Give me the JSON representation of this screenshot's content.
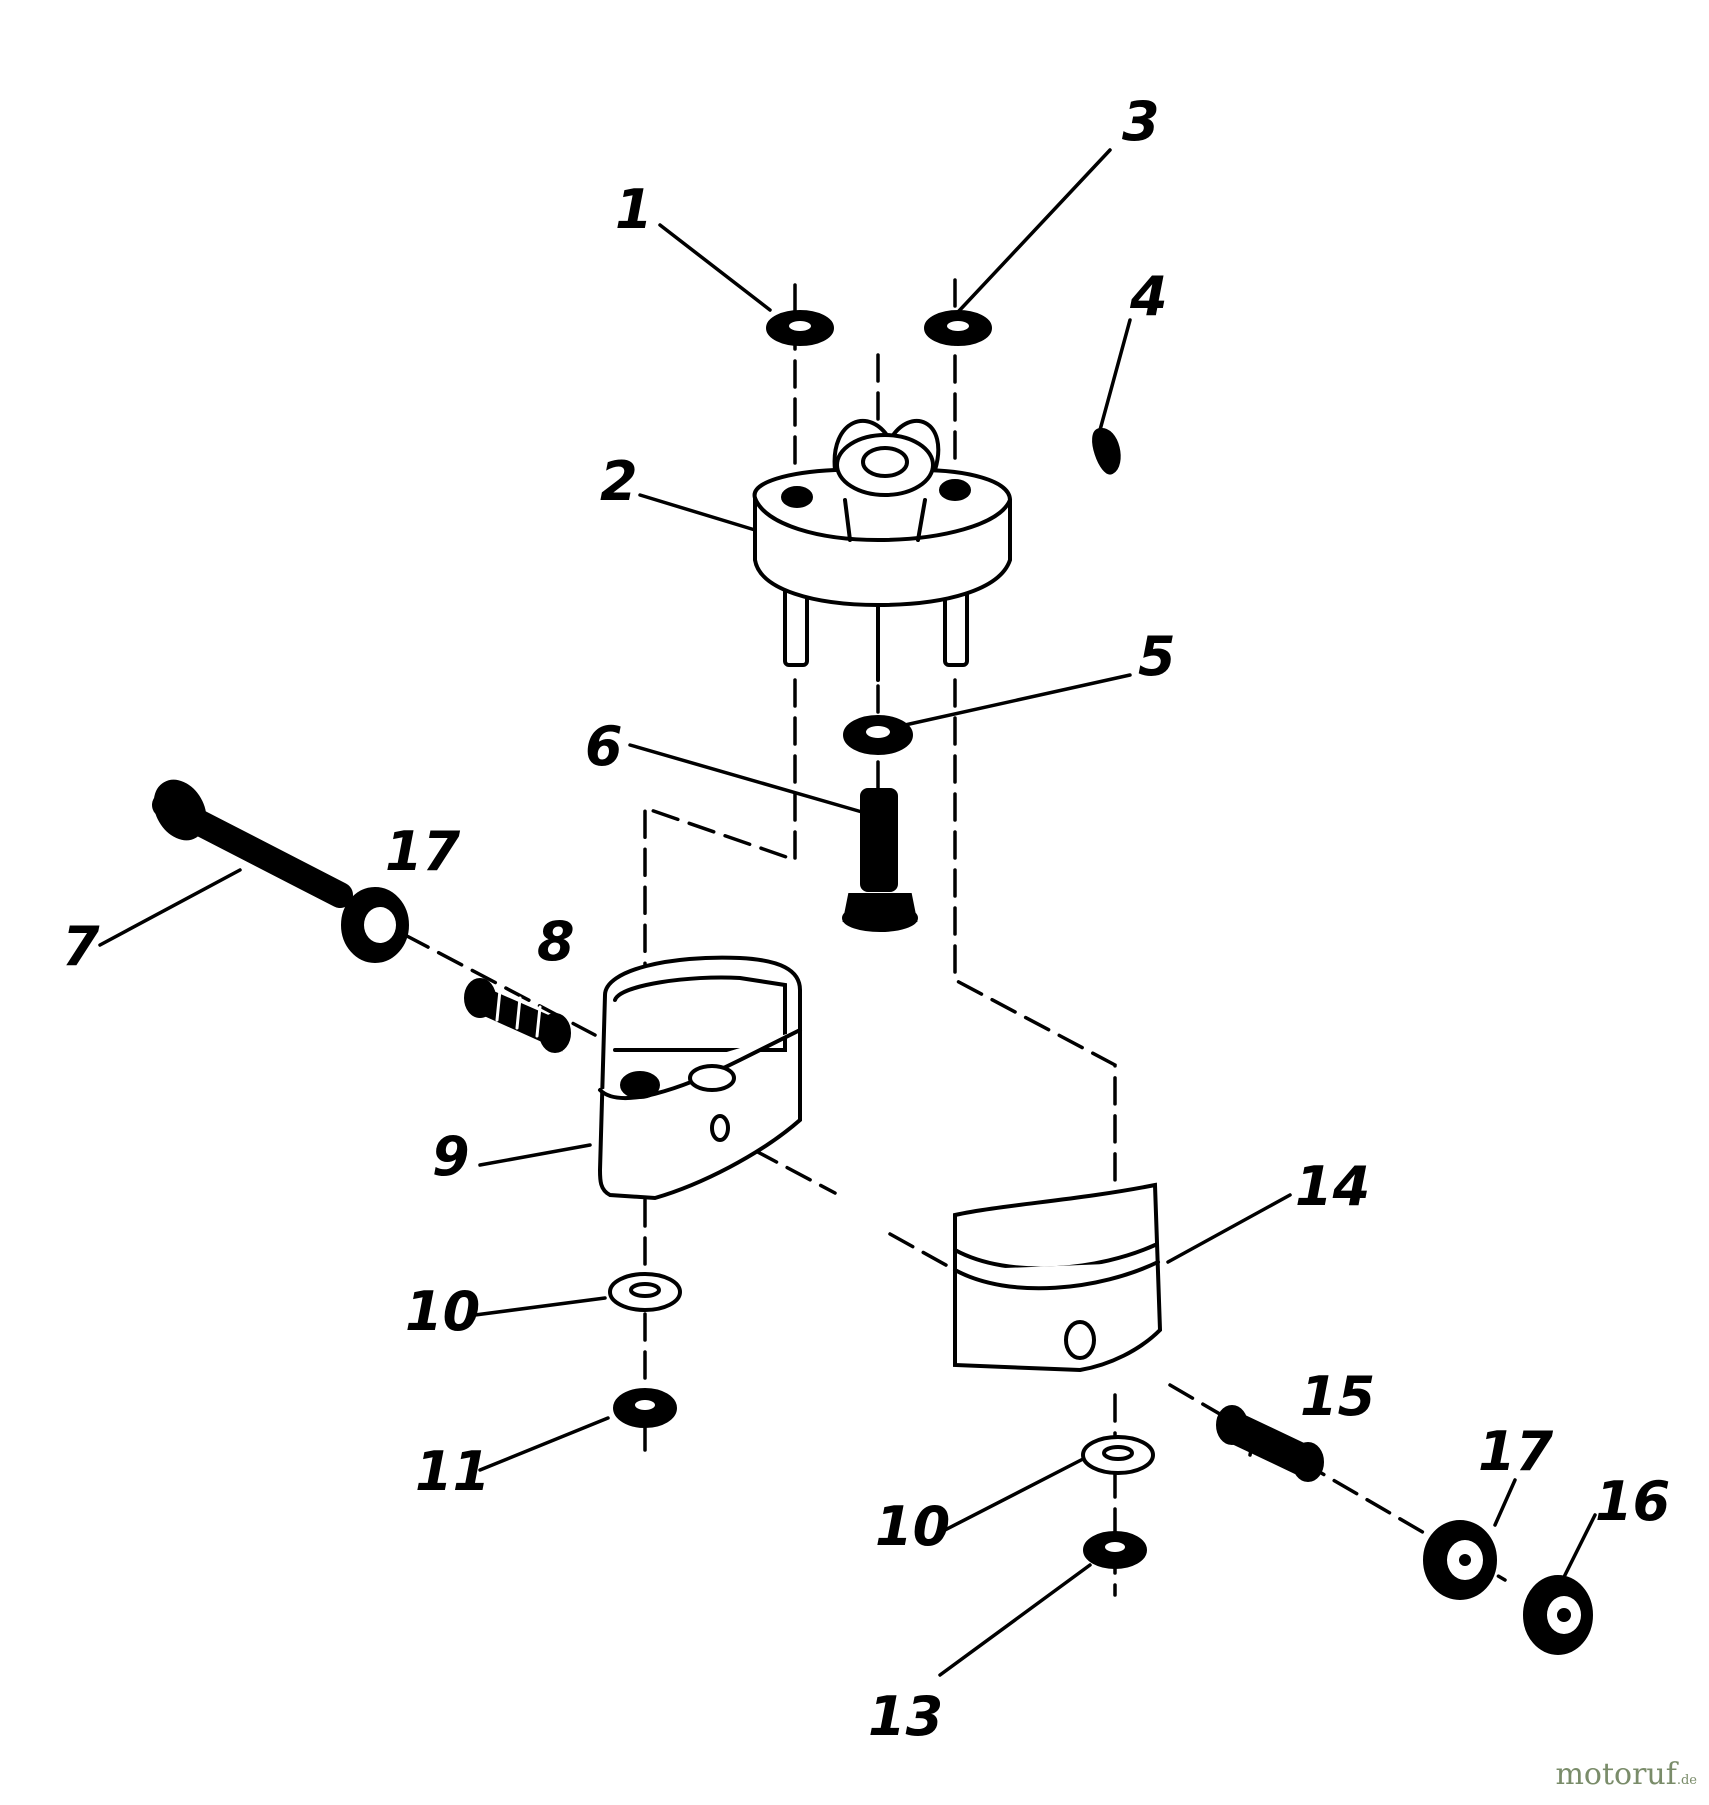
{
  "diagram": {
    "callouts": [
      {
        "id": "c1",
        "label": "1"
      },
      {
        "id": "c2",
        "label": "2"
      },
      {
        "id": "c3",
        "label": "3"
      },
      {
        "id": "c4",
        "label": "4"
      },
      {
        "id": "c5",
        "label": "5"
      },
      {
        "id": "c6",
        "label": "6"
      },
      {
        "id": "c7",
        "label": "7"
      },
      {
        "id": "c8",
        "label": "8"
      },
      {
        "id": "c9",
        "label": "9"
      },
      {
        "id": "c10a",
        "label": "10"
      },
      {
        "id": "c10b",
        "label": "10"
      },
      {
        "id": "c11",
        "label": "11"
      },
      {
        "id": "c13",
        "label": "13"
      },
      {
        "id": "c14",
        "label": "14"
      },
      {
        "id": "c15",
        "label": "15"
      },
      {
        "id": "c16",
        "label": "16"
      },
      {
        "id": "c17a",
        "label": "17"
      },
      {
        "id": "c17b",
        "label": "17"
      }
    ]
  },
  "watermark": {
    "brand": "motoruf",
    "suffix": ".de"
  }
}
